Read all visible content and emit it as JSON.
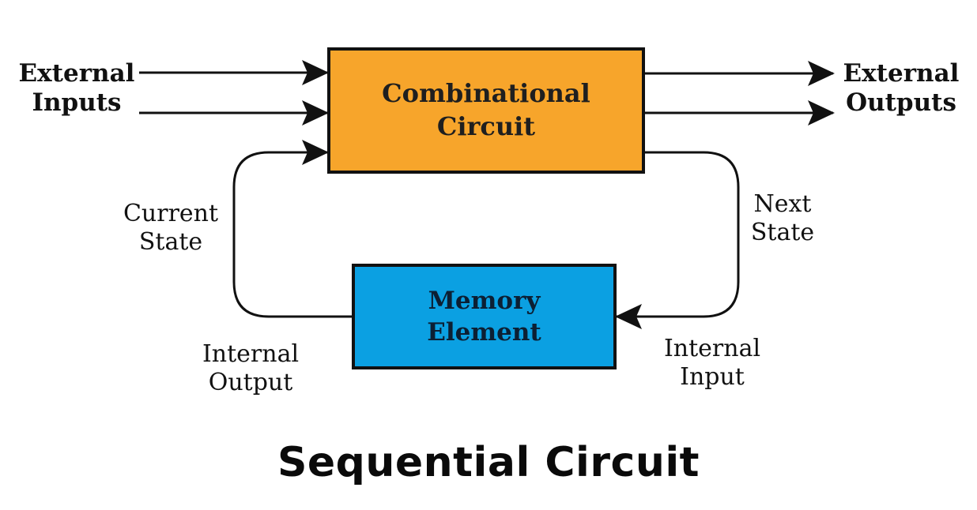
{
  "title": "Sequential Circuit",
  "blocks": {
    "combinational": {
      "line1": "Combinational",
      "line2": "Circuit",
      "color": "#F7A52B"
    },
    "memory": {
      "line1": "Memory",
      "line2": "Element",
      "color": "#0BA0E2"
    }
  },
  "labels": {
    "external_inputs": {
      "line1": "External",
      "line2": "Inputs"
    },
    "external_outputs": {
      "line1": "External",
      "line2": "Outputs"
    },
    "current_state": {
      "line1": "Current",
      "line2": "State"
    },
    "next_state": {
      "line1": "Next",
      "line2": "State"
    },
    "internal_output": {
      "line1": "Internal",
      "line2": "Output"
    },
    "internal_input": {
      "line1": "Internal",
      "line2": "Input"
    }
  },
  "colors": {
    "stroke": "#111111",
    "text": "#111111"
  }
}
